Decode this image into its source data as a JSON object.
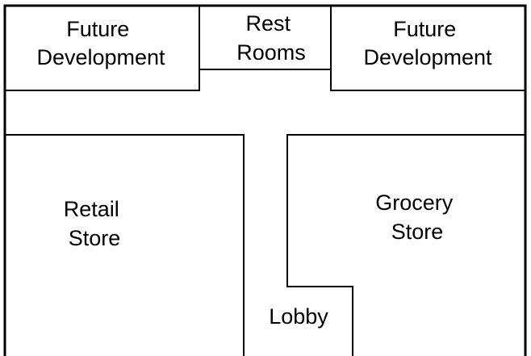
{
  "floor_plan": {
    "rooms": [
      {
        "id": "future-development-left",
        "lines": [
          "Future",
          "Development"
        ]
      },
      {
        "id": "rest-rooms",
        "lines": [
          "Rest",
          "Rooms"
        ]
      },
      {
        "id": "future-development-right",
        "lines": [
          "Future",
          "Development"
        ]
      },
      {
        "id": "retail-store",
        "lines": [
          "Retail",
          "Store"
        ]
      },
      {
        "id": "grocery-store",
        "lines": [
          "Grocery",
          "Store"
        ]
      },
      {
        "id": "lobby",
        "lines": [
          "Lobby"
        ]
      }
    ]
  }
}
